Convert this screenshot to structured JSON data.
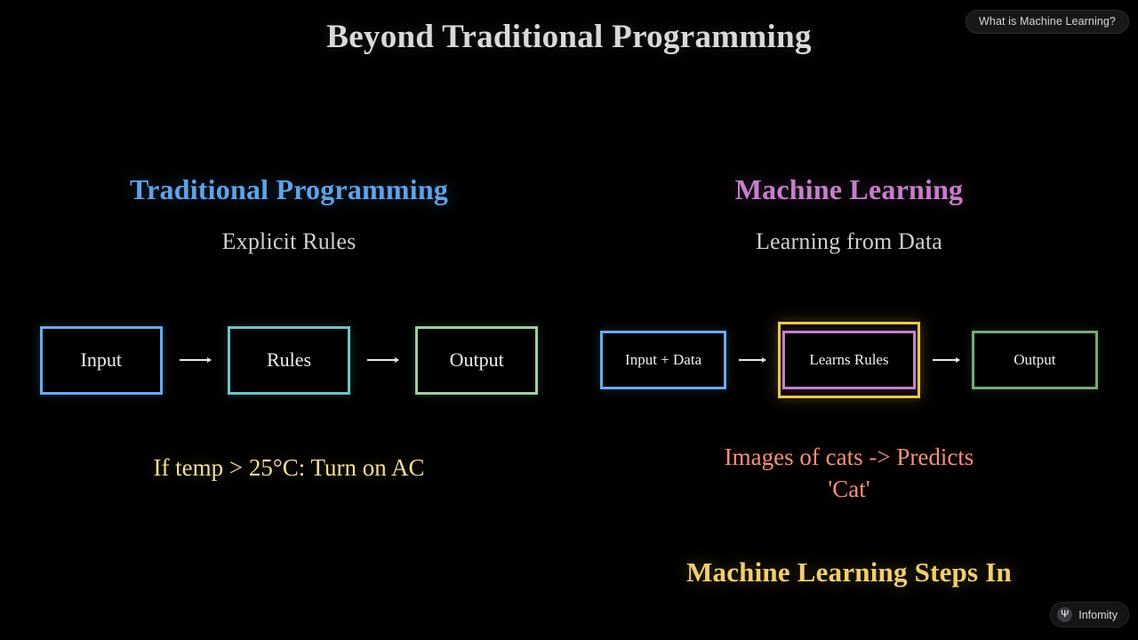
{
  "badge": {
    "label": "What is Machine Learning?"
  },
  "title": "Beyond Traditional Programming",
  "columns": {
    "left": {
      "heading": "Traditional Programming",
      "subheading": "Explicit Rules",
      "heading_color": "#5fa3e8",
      "flow": [
        {
          "label": "Input",
          "border_color": "#6aaaf0"
        },
        {
          "label": "Rules",
          "border_color": "#6ec4c4"
        },
        {
          "label": "Output",
          "border_color": "#9ecf9e"
        }
      ],
      "caption": "If temp > 25°C: Turn on AC",
      "caption_color": "#f2dd9a"
    },
    "right": {
      "heading": "Machine Learning",
      "subheading": "Learning from Data",
      "heading_color": "#c77ecb",
      "flow": [
        {
          "label": "Input + Data",
          "border_color": "#6aaaf0"
        },
        {
          "label": "Learns Rules",
          "border_color": "#c77ecb",
          "highlight_color": "#f0c850"
        },
        {
          "label": "Output",
          "border_color": "#77a877"
        }
      ],
      "caption_line1": "Images of cats -> Predicts",
      "caption_line2": "'Cat'",
      "caption_color": "#f0907c"
    }
  },
  "conclusion": "Machine Learning Steps In",
  "conclusion_color": "#f2ce70",
  "watermark": {
    "label": "Infomity",
    "logo_glyph": "Ψ",
    "logo_icon_name": "infomity-logo-icon"
  },
  "background_color": "#000000"
}
